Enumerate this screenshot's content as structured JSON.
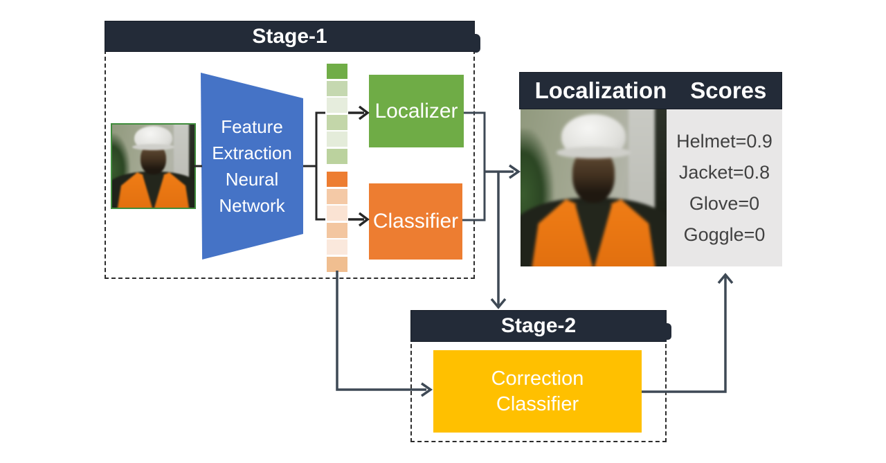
{
  "figure": {
    "stage1": {
      "title": "Stage-1"
    },
    "stage2": {
      "title": "Stage-2"
    },
    "feature_extraction": {
      "lines": [
        "Feature",
        "Extraction",
        "Neural",
        "Network"
      ]
    },
    "localizer": {
      "label": "Localizer"
    },
    "classifier": {
      "label": "Classifier"
    },
    "correction_classifier": {
      "lines": [
        "Correction",
        "Classifier"
      ]
    },
    "localization_scores": {
      "title_words": [
        "Localization",
        "Scores"
      ],
      "values": [
        "Helmet=0.9",
        "Jacket=0.8",
        "Glove=0",
        "Goggle=0"
      ]
    },
    "feature_vector": {
      "green_shades": [
        "#70AD47",
        "#C5D8B0",
        "#E6EDDD",
        "#C3D6A9",
        "#E4ECDA",
        "#BBD29E"
      ],
      "orange_shades": [
        "#ED7D31",
        "#F4C9A6",
        "#FAE3D3",
        "#F3C6A0",
        "#FAE8DC",
        "#F0BE90"
      ]
    },
    "colors": {
      "header_navy": "#232B38",
      "feature_blue": "#4573C6",
      "localizer_green": "#6FAC46",
      "classifier_orange": "#ED7D31",
      "correction_yellow": "#FFC000",
      "scores_panel_gray": "#E8E7E7",
      "connector_slate": "#3E4955",
      "connector_dark": "#262626"
    }
  }
}
